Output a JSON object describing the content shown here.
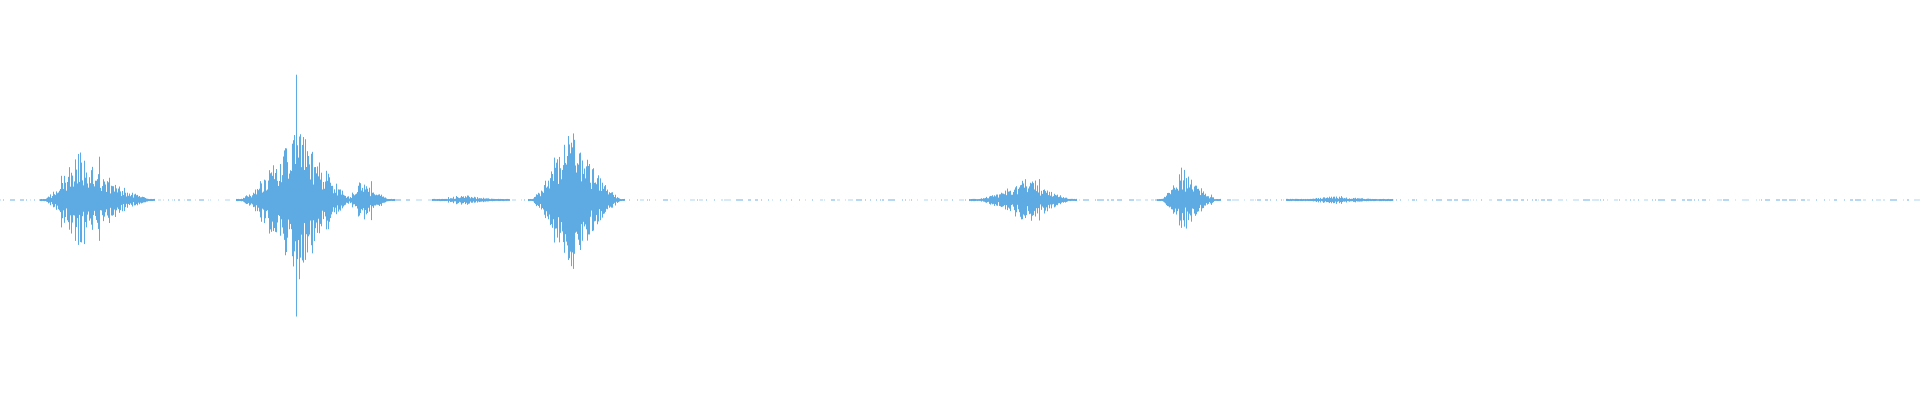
{
  "waveform": {
    "color": "#5eaae3",
    "background": "#ffffff",
    "style": "symmetric-audio-waveform",
    "baseline": "dotted-center-line",
    "bursts": [
      {
        "label": "burst-1",
        "start": 0.021,
        "peak": 0.04,
        "end": 0.08,
        "amplitude": 0.45
      },
      {
        "label": "burst-2a",
        "start": 0.123,
        "peak": 0.154,
        "end": 0.185,
        "amplitude": 0.75
      },
      {
        "label": "burst-2b",
        "start": 0.18,
        "peak": 0.187,
        "end": 0.205,
        "amplitude": 0.22
      },
      {
        "label": "burst-3",
        "start": 0.275,
        "peak": 0.296,
        "end": 0.325,
        "amplitude": 0.7
      },
      {
        "label": "burst-4",
        "start": 0.505,
        "peak": 0.536,
        "end": 0.56,
        "amplitude": 0.22
      },
      {
        "label": "burst-5",
        "start": 0.603,
        "peak": 0.615,
        "end": 0.635,
        "amplitude": 0.3
      },
      {
        "label": "low-noise-1",
        "start": 0.225,
        "peak": 0.24,
        "end": 0.265,
        "amplitude": 0.05
      },
      {
        "label": "low-noise-2",
        "start": 0.67,
        "peak": 0.695,
        "end": 0.725,
        "amplitude": 0.04
      }
    ]
  }
}
